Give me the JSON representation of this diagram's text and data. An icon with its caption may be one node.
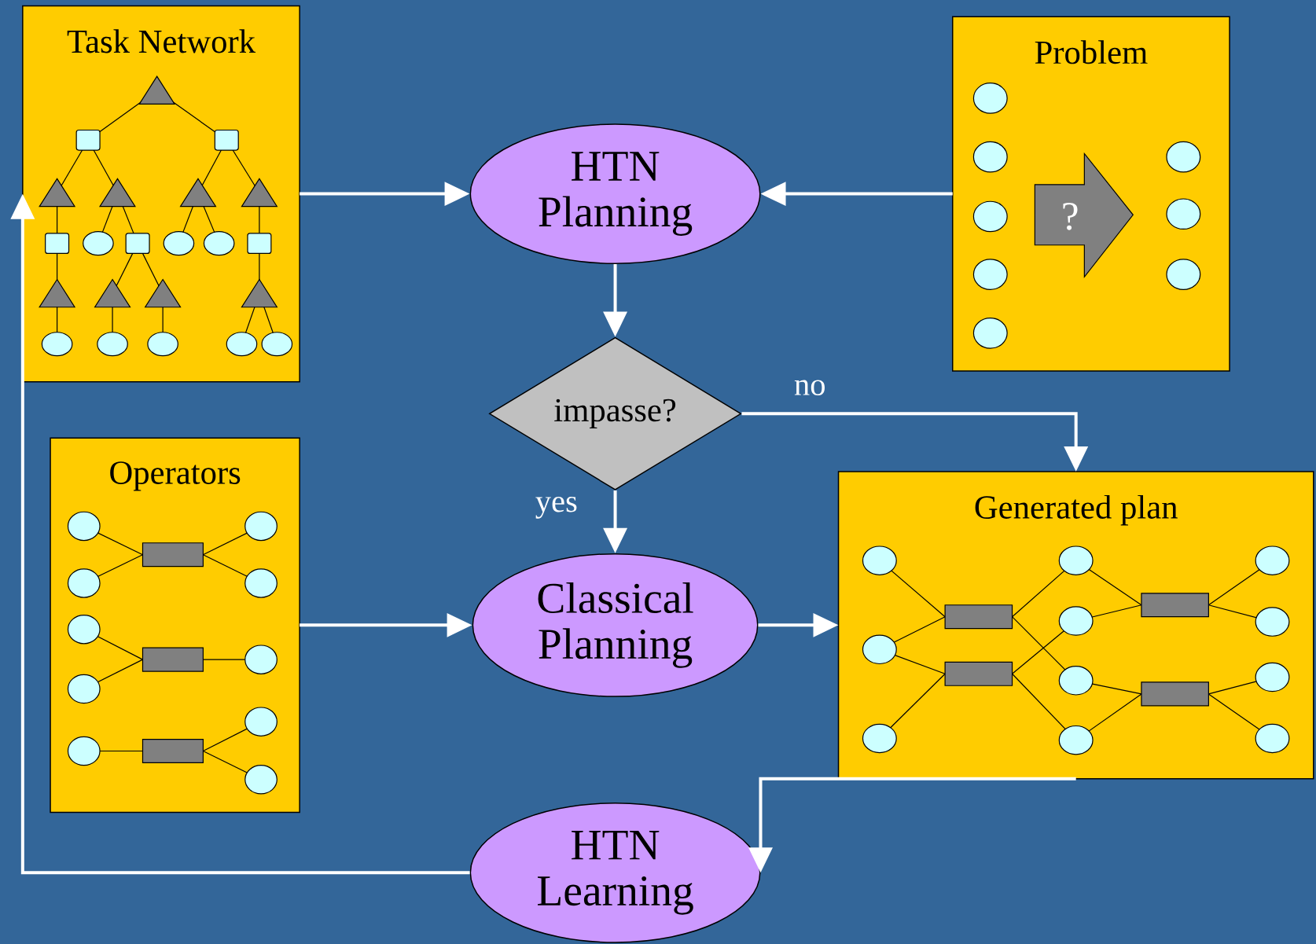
{
  "diagram": {
    "nodes": [
      {
        "text": [
          "Task Network"
        ]
      },
      {
        "text": [
          "HTN Planning"
        ]
      },
      {
        "text": [
          "Problem"
        ]
      },
      {
        "text": [
          "?"
        ],
        "in": 2
      },
      {
        "text": [
          "impasse?"
        ]
      },
      {
        "text": [
          "Operators"
        ]
      },
      {
        "text": [
          "Classical Planning"
        ]
      },
      {
        "text": [
          "Generated plan"
        ]
      },
      {
        "text": [
          "HTN Learning"
        ]
      }
    ],
    "edges": [
      {
        "from": 0,
        "to": 1,
        "arrow": "to"
      },
      {
        "from": 2,
        "to": 1,
        "arrow": "to"
      },
      {
        "from": 1,
        "to": 4,
        "arrow": "to"
      },
      {
        "from": 4,
        "to": 7,
        "arrow": "to",
        "label": "no"
      },
      {
        "from": 4,
        "to": 6,
        "arrow": "to",
        "label": "yes"
      },
      {
        "from": 5,
        "to": 6,
        "arrow": "to"
      },
      {
        "from": 6,
        "to": 7,
        "arrow": "to"
      },
      {
        "from": 7,
        "to": 8,
        "arrow": "to"
      },
      {
        "from": 8,
        "to": 0,
        "arrow": "to"
      }
    ]
  }
}
